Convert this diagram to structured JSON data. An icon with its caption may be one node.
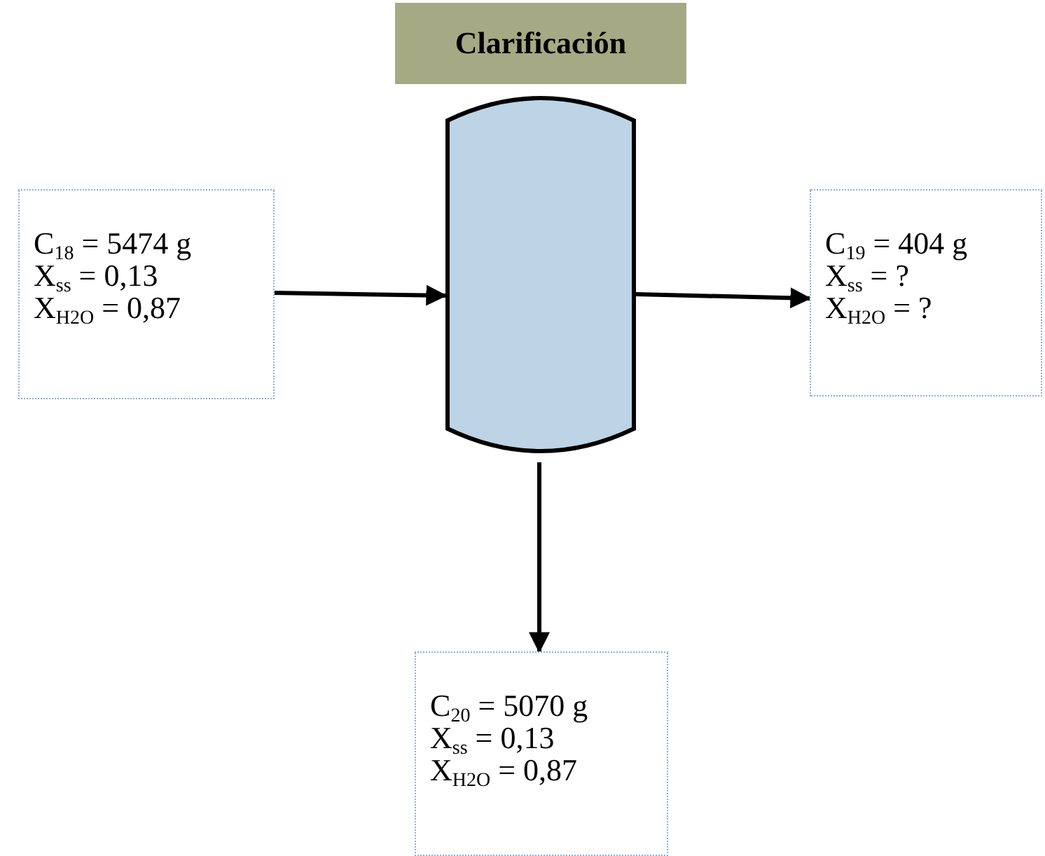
{
  "diagram": {
    "nodes": [
      {
        "text": [
          "Clarificación"
        ]
      },
      {
        "text": [
          "C$_{18}$ = 5474 g",
          "X$_{ss}$ = 0,13",
          "X$_{H2O}$ = 0,87"
        ]
      },
      {
        "text": [],
        "shape": "cylinder"
      },
      {
        "text": [
          "C$_{19}$ = 404 g",
          "X$_{ss}$ = ?",
          "X$_{H2O}$ = ?"
        ]
      },
      {
        "text": [
          "C$_{20}$ = 5070 g",
          "X$_{ss}$ = 0,13",
          "X$_{H2O}$ = 0,87"
        ]
      }
    ],
    "edges": [
      {
        "from": 1,
        "to": 2,
        "arrow": "to"
      },
      {
        "from": 2,
        "to": 3,
        "arrow": "to"
      },
      {
        "from": 2,
        "to": 4,
        "arrow": "to"
      }
    ]
  }
}
